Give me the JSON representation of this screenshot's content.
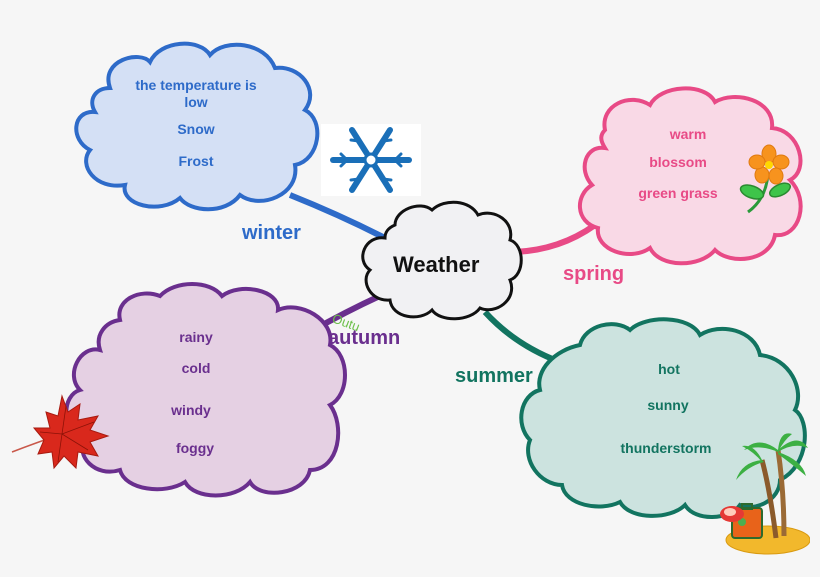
{
  "title": "Weather",
  "colors": {
    "background": "#f6f6f6",
    "winter": "#2e6bc9",
    "spring": "#e84a86",
    "autumn": "#6a2f8e",
    "summer": "#127460",
    "center_fill": "#f1f1f3",
    "center_stroke": "#111111"
  },
  "branches": [
    {
      "id": "winter",
      "label": "winter",
      "color": "#2e6bc9",
      "fill": "#d4e0f5",
      "items": [
        "the temperature is low",
        "Snow",
        "Frost"
      ],
      "icon": "snowflake-icon"
    },
    {
      "id": "spring",
      "label": "spring",
      "color": "#e84a86",
      "fill": "#f9d9e6",
      "items": [
        "warm",
        "blossom",
        "green grass"
      ],
      "icon": "flower-icon"
    },
    {
      "id": "autumn",
      "label": "autumn",
      "sublabel": "Outu",
      "color": "#6a2f8e",
      "fill": "#e5d0e3",
      "items": [
        "rainy",
        "cold",
        "windy",
        "foggy"
      ],
      "icon": "maple-leaf-icon"
    },
    {
      "id": "summer",
      "label": "summer",
      "color": "#127460",
      "fill": "#cce3df",
      "items": [
        "hot",
        "sunny",
        "thunderstorm"
      ],
      "icon": "palm-island-icon"
    }
  ],
  "winter_text": {
    "line1": "the temperature is",
    "line2": "low"
  }
}
